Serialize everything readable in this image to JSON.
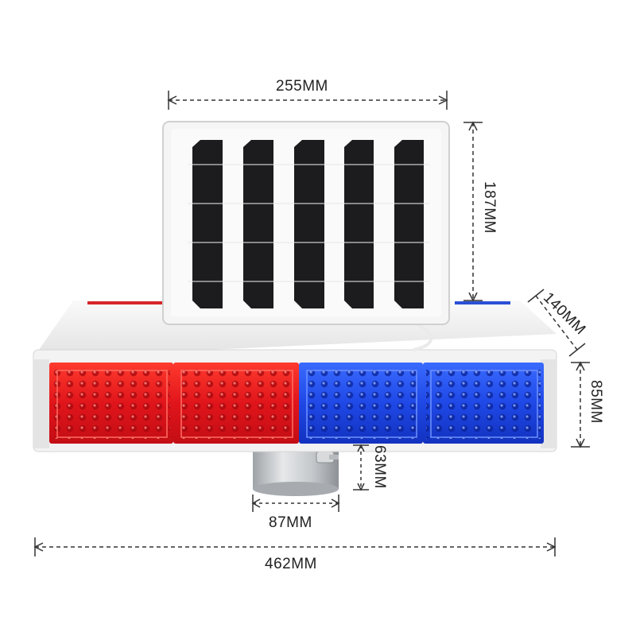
{
  "product": {
    "name": "solar-powered red/blue LED warning strobe light",
    "colors": {
      "red_panel": "#e0151b",
      "blue_panel": "#1f48e6",
      "housing": "#f2f2f2",
      "solar_cell": "#1c1c1e",
      "pole": "#c9ccd0",
      "dimension_line": "#333333"
    }
  },
  "dimensions": {
    "solar_width": "255MM",
    "solar_height": "187MM",
    "housing_depth": "140MM",
    "housing_height": "85MM",
    "pole_height": "63MM",
    "pole_diameter": "87MM",
    "total_width": "462MM"
  }
}
